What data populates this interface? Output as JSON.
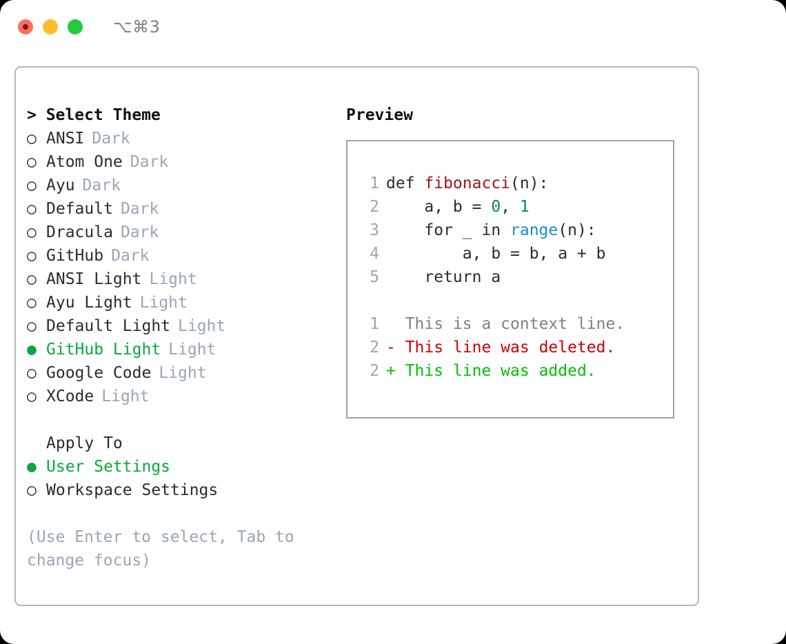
{
  "titlebar": {
    "shortcut": "⌥⌘3",
    "lights": [
      "close",
      "minimize",
      "maximize"
    ]
  },
  "theme_list": {
    "header": "> Select Theme",
    "items": [
      {
        "marker": "○",
        "label": "ANSI",
        "variant": "Dark",
        "selected": false
      },
      {
        "marker": "○",
        "label": "Atom One",
        "variant": "Dark",
        "selected": false
      },
      {
        "marker": "○",
        "label": "Ayu",
        "variant": "Dark",
        "selected": false
      },
      {
        "marker": "○",
        "label": "Default",
        "variant": "Dark",
        "selected": false
      },
      {
        "marker": "○",
        "label": "Dracula",
        "variant": "Dark",
        "selected": false
      },
      {
        "marker": "○",
        "label": "GitHub",
        "variant": "Dark",
        "selected": false
      },
      {
        "marker": "○",
        "label": "ANSI Light",
        "variant": "Light",
        "selected": false
      },
      {
        "marker": "○",
        "label": "Ayu Light",
        "variant": "Light",
        "selected": false
      },
      {
        "marker": "○",
        "label": "Default Light",
        "variant": "Light",
        "selected": false
      },
      {
        "marker": "●",
        "label": "GitHub Light",
        "variant": "Light",
        "selected": true
      },
      {
        "marker": "○",
        "label": "Google Code",
        "variant": "Light",
        "selected": false
      },
      {
        "marker": "○",
        "label": "XCode",
        "variant": "Light",
        "selected": false
      }
    ]
  },
  "apply_to": {
    "label": "Apply To",
    "items": [
      {
        "marker": "●",
        "label": "User Settings",
        "selected": true
      },
      {
        "marker": "○",
        "label": "Workspace Settings",
        "selected": false
      }
    ]
  },
  "hint": "(Use Enter to select, Tab to change focus)",
  "preview": {
    "header": "Preview",
    "code_lines": [
      {
        "no": "1",
        "tokens": [
          {
            "t": "def ",
            "k": "plain"
          },
          {
            "t": "fibonacci",
            "k": "fn"
          },
          {
            "t": "(n):",
            "k": "plain"
          }
        ]
      },
      {
        "no": "2",
        "tokens": [
          {
            "t": "    a, b = ",
            "k": "plain"
          },
          {
            "t": "0",
            "k": "num"
          },
          {
            "t": ", ",
            "k": "plain"
          },
          {
            "t": "1",
            "k": "num"
          }
        ]
      },
      {
        "no": "3",
        "tokens": [
          {
            "t": "    for _ in ",
            "k": "plain"
          },
          {
            "t": "range",
            "k": "call"
          },
          {
            "t": "(n):",
            "k": "plain"
          }
        ]
      },
      {
        "no": "4",
        "tokens": [
          {
            "t": "        a, b = b, a + b",
            "k": "plain"
          }
        ]
      },
      {
        "no": "5",
        "tokens": [
          {
            "t": "    return a",
            "k": "plain"
          }
        ]
      }
    ],
    "diff_lines": [
      {
        "no": "1",
        "sign": " ",
        "text": " This is a context line.",
        "kind": "context"
      },
      {
        "no": "2",
        "sign": "-",
        "text": " This line was deleted.",
        "kind": "del"
      },
      {
        "no": "2",
        "sign": "+",
        "text": " This line was added.",
        "kind": "add"
      }
    ]
  },
  "colors": {
    "accent_green": "#07a93c",
    "diff_add": "#00c000",
    "diff_del": "#cc0000",
    "muted": "#9aa5b4",
    "function": "#a31515",
    "number": "#0f7b7b",
    "call": "#1a8cd0"
  }
}
